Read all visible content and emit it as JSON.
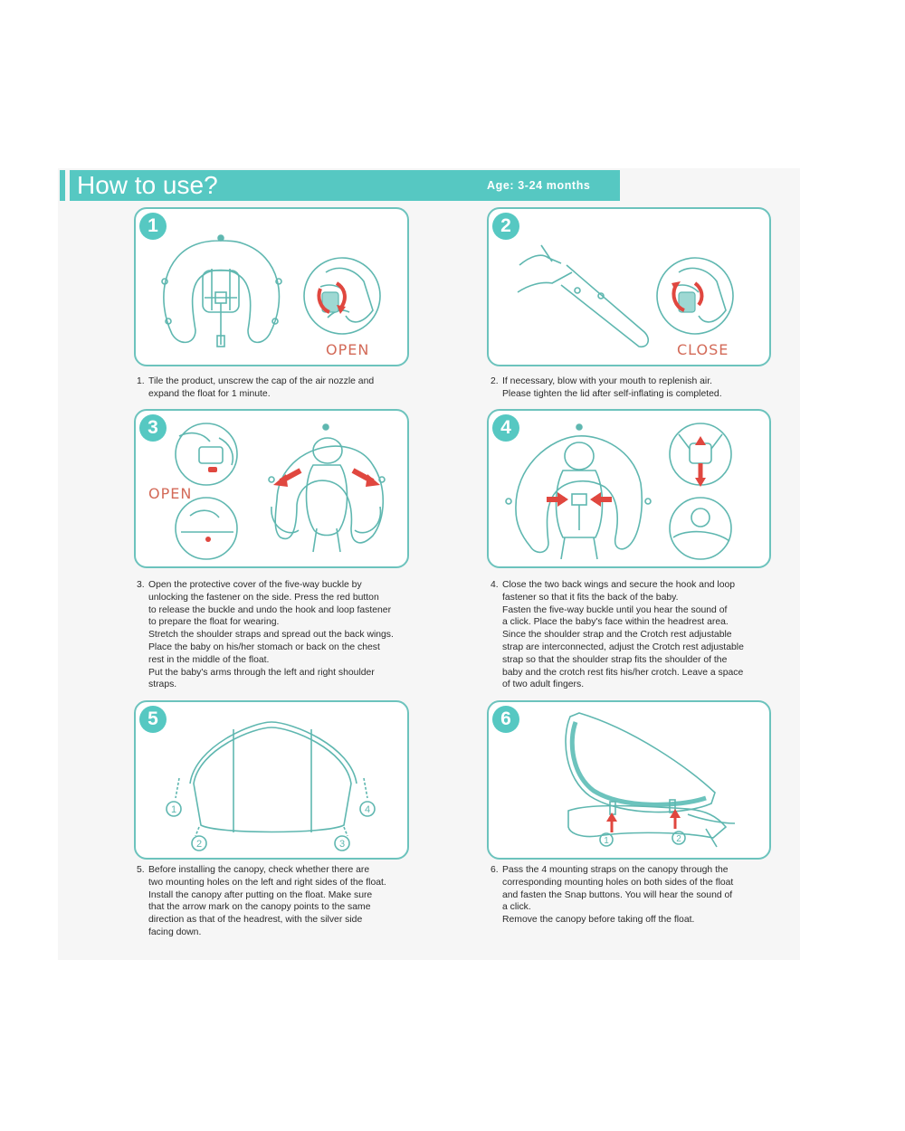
{
  "header": {
    "title": "How to use?",
    "age": "Age: 3-24 months"
  },
  "steps": [
    {
      "number": "1",
      "label": "OPEN",
      "lines": [
        "Tile the product, unscrew the cap of the air nozzle and",
        "expand the float for 1 minute."
      ]
    },
    {
      "number": "2",
      "label": "CLOSE",
      "lines": [
        "If necessary, blow with your mouth to replenish air.",
        "Please tighten the lid after self-inflating is completed."
      ]
    },
    {
      "number": "3",
      "label": "OPEN",
      "lines": [
        "Open the protective cover of the five-way buckle by",
        "unlocking the fastener on the side. Press the red button",
        "to release the buckle and undo the hook and loop fastener",
        "to prepare the float for wearing.",
        "Stretch the shoulder straps and spread out the back wings.",
        "Place the baby on his/her stomach or back on the chest",
        "rest in the middle of the float.",
        "Put the baby's arms through the left and right shoulder",
        "straps."
      ]
    },
    {
      "number": "4",
      "lines": [
        "Close the two back wings and secure the hook and loop",
        "fastener so that it fits the back of the baby.",
        "Fasten the five-way buckle until you hear the sound of",
        "a click. Place the baby's face within the headrest area.",
        "Since the shoulder strap and the Crotch rest adjustable",
        "strap are interconnected, adjust the Crotch rest adjustable",
        "strap so that the shoulder strap fits the shoulder of the",
        "baby and the crotch rest fits his/her crotch. Leave a space",
        "of two adult fingers."
      ]
    },
    {
      "number": "5",
      "markers": [
        "1",
        "2",
        "3",
        "4"
      ],
      "lines": [
        "Before installing the canopy, check whether there are",
        "two mounting holes on the left and right sides of the float.",
        "Install the canopy after putting on the float. Make sure",
        "that the arrow mark on the canopy points to the same",
        "direction as that of the headrest, with the silver side",
        "facing down."
      ]
    },
    {
      "number": "6",
      "markers": [
        "1",
        "2"
      ],
      "lines": [
        "Pass the 4 mounting straps on the canopy through the",
        "corresponding mounting holes on both sides of the float",
        "and fasten the Snap buttons. You will hear the sound of",
        "a click.",
        "Remove the canopy before taking off the float."
      ]
    }
  ],
  "colors": {
    "teal": "#56c8c2",
    "line": "#5fb7b0",
    "red": "#d36a58",
    "arrow": "#e0473f"
  }
}
